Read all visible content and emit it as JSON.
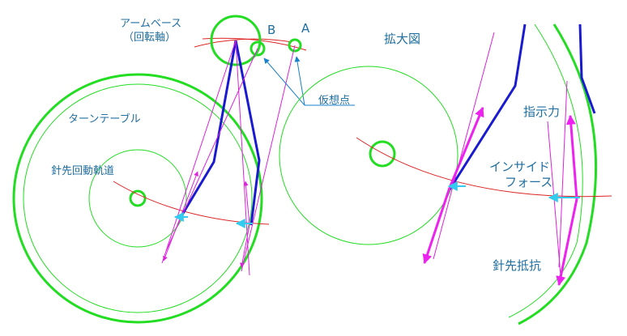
{
  "labels": {
    "arm_base": "アームベース",
    "pivot": "（回転軸）",
    "point_b": "B",
    "point_a": "A",
    "virtual_point": "仮想点",
    "turntable": "ターンテーブル",
    "stylus_track": "針先回動軌道",
    "enlarged": "拡大図",
    "indicated_force": "指示力",
    "inside_force_1": "インサイド",
    "inside_force_2": "フォース",
    "stylus_resistance": "針先抵抗"
  },
  "colors": {
    "green": "#22dd22",
    "blue": "#1a1ad0",
    "magenta": "#dd22dd",
    "red": "#dd2222",
    "cyan": "#33ccee",
    "label": "#1f6fa0"
  }
}
